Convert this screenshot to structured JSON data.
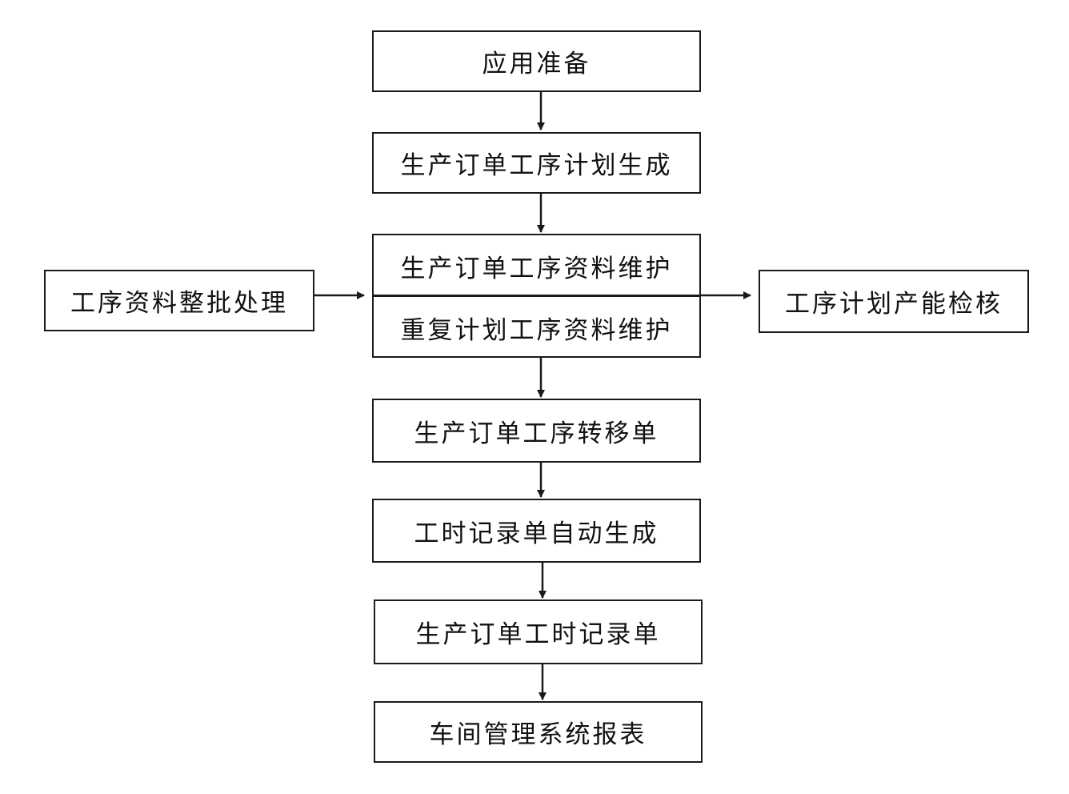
{
  "steps": {
    "prepare": "应用准备",
    "plan_generate": "生产订单工序计划生成",
    "order_process_maintain": "生产订单工序资料维护",
    "repeat_plan_maintain": "重复计划工序资料维护",
    "transfer": "生产订单工序转移单",
    "auto_timesheet": "工时记录单自动生成",
    "order_timesheet": "生产订单工时记录单",
    "report": "车间管理系统报表"
  },
  "side": {
    "batch": "工序资料整批处理",
    "capacity_check": "工序计划产能检核"
  }
}
